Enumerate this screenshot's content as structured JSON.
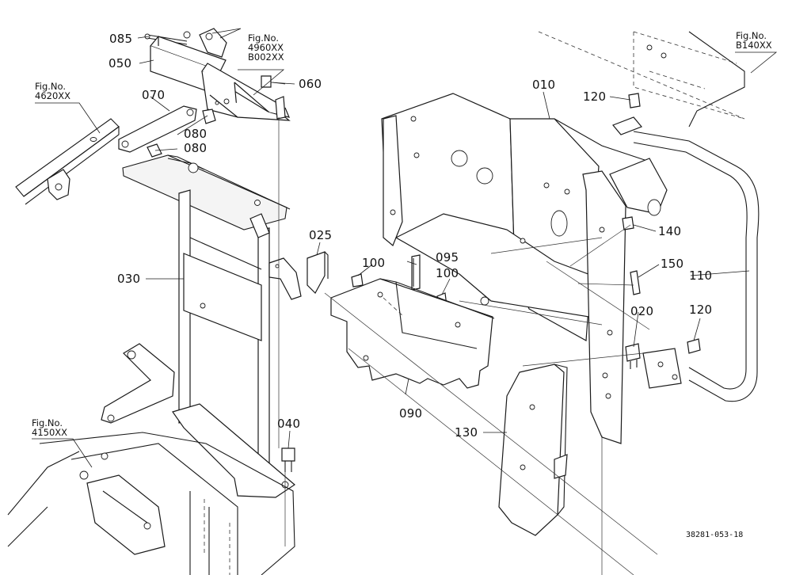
{
  "parts": {
    "p085": "085",
    "p050": "050",
    "p070": "070",
    "p060": "060",
    "p080a": "080",
    "p080b": "080",
    "p030": "030",
    "p040": "040",
    "p025": "025",
    "p100a": "100",
    "p095": "095",
    "p100b": "100",
    "p090": "090",
    "p010": "010",
    "p120a": "120",
    "p140": "140",
    "p150": "150",
    "p110": "110",
    "p020": "020",
    "p120b": "120",
    "p130": "130"
  },
  "figrefs": {
    "ref4960": {
      "line1": "Fig.No.",
      "line2": "4960XX",
      "line3": "B002XX"
    },
    "ref4620": {
      "line1": "Fig.No.",
      "line2": "4620XX"
    },
    "ref4150": {
      "line1": "Fig.No.",
      "line2": "4150XX"
    },
    "refB140": {
      "line1": "Fig.No.",
      "line2": "B140XX"
    }
  },
  "drawing_code": "38281-053-18"
}
